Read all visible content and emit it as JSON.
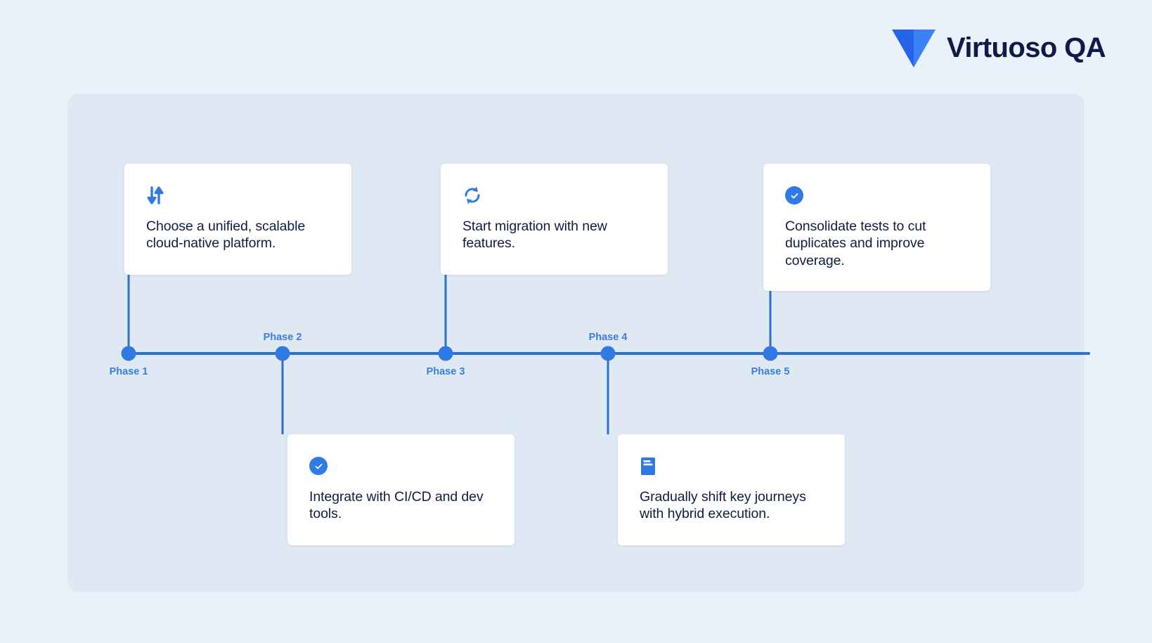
{
  "brand": {
    "name": "Virtuoso QA",
    "logo_icon": "virtuoso-v-chevron-icon",
    "colors": {
      "mark_left": "#2563eb",
      "mark_right": "#3b82f6",
      "text": "#101a46"
    }
  },
  "panel": {
    "background": "#dee9f4",
    "page_background": "#eaf1fa"
  },
  "timeline": {
    "axis_color": "#2f6fd0",
    "node_color": "#2f7ae5",
    "label_color": "#3b7ddd",
    "phases": [
      {
        "label": "Phase 1",
        "position_pct": 6.6,
        "label_side": "below",
        "card_side": "above"
      },
      {
        "label": "Phase 2",
        "position_pct": 22.6,
        "label_side": "above",
        "card_side": "below"
      },
      {
        "label": "Phase 3",
        "position_pct": 39.5,
        "label_side": "below",
        "card_side": "above"
      },
      {
        "label": "Phase 4",
        "position_pct": 56.3,
        "label_side": "above",
        "card_side": "below"
      },
      {
        "label": "Phase 5",
        "position_pct": 73.2,
        "label_side": "below",
        "card_side": "above"
      }
    ]
  },
  "cards": [
    {
      "phase": "Phase 1",
      "icon": "swap-vertical-arrows-icon",
      "text": "Choose a unified, scalable cloud-native platform."
    },
    {
      "phase": "Phase 2",
      "icon": "check-circle-icon",
      "text": "Integrate with CI/CD and dev tools."
    },
    {
      "phase": "Phase 3",
      "icon": "sync-refresh-icon",
      "text": "Start migration with new features."
    },
    {
      "phase": "Phase 4",
      "icon": "document-article-icon",
      "text": "Gradually shift key journeys with hybrid execution."
    },
    {
      "phase": "Phase 5",
      "icon": "check-circle-icon",
      "text": "Consolidate tests to cut duplicates and improve coverage."
    }
  ]
}
